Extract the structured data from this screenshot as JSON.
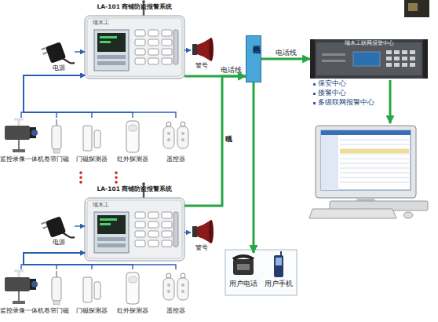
{
  "diagram": {
    "nodes": [
      {
        "text": [
          "LA-101 商铺防盗报警系统",
          "瑞木工"
        ]
      },
      {
        "text": [
          "电源"
        ]
      },
      {
        "text": [
          "警号"
        ]
      },
      {
        "text": [
          "监控录像一体机"
        ]
      },
      {
        "text": [
          "卷帘门磁"
        ]
      },
      {
        "text": [
          "门磁探测器"
        ]
      },
      {
        "text": [
          "红外探测器"
        ]
      },
      {
        "text": [
          "遥控器"
        ]
      },
      {
        "text": [
          "LA-101 商铺防盗报警系统",
          "瑞木工"
        ]
      },
      {
        "text": [
          "电源"
        ]
      },
      {
        "text": [
          "警号"
        ]
      },
      {
        "text": [
          "监控录像一体机"
        ]
      },
      {
        "text": [
          "卷帘门磁"
        ]
      },
      {
        "text": [
          "门磁探测器"
        ]
      },
      {
        "text": [
          "红外探测器"
        ]
      },
      {
        "text": [
          "遥控器"
        ]
      },
      {
        "text": [
          "公共电话网"
        ]
      },
      {
        "text": [
          "瑞木工联网报警中心"
        ]
      },
      {
        "text": [
          "用户电话"
        ]
      },
      {
        "text": [
          "用户手机"
        ]
      }
    ],
    "edges": [
      {
        "from": 1,
        "to": 0,
        "arrow": "to"
      },
      {
        "from": 0,
        "to": 2,
        "arrow": "to"
      },
      {
        "from": 3,
        "to": 0,
        "arrow": "to"
      },
      {
        "from": 4,
        "to": 0,
        "arrow": "to"
      },
      {
        "from": 5,
        "to": 0,
        "arrow": "to"
      },
      {
        "from": 6,
        "to": 0,
        "arrow": "to"
      },
      {
        "from": 7,
        "to": 0,
        "arrow": "to"
      },
      {
        "from": 0,
        "to": 16,
        "arrow": "to",
        "label": "电话线"
      },
      {
        "from": 9,
        "to": 8,
        "arrow": "to"
      },
      {
        "from": 8,
        "to": 10,
        "arrow": "to"
      },
      {
        "from": 11,
        "to": 8,
        "arrow": "to"
      },
      {
        "from": 12,
        "to": 8,
        "arrow": "to"
      },
      {
        "from": 13,
        "to": 8,
        "arrow": "to"
      },
      {
        "from": 14,
        "to": 8,
        "arrow": "to"
      },
      {
        "from": 15,
        "to": 8,
        "arrow": "to"
      },
      {
        "from": 8,
        "to": 16,
        "arrow": "to",
        "label": "电话线"
      },
      {
        "from": 16,
        "to": 17,
        "arrow": "to",
        "label": "电话线"
      },
      {
        "from": 16,
        "to": 18,
        "arrow": "to"
      }
    ],
    "labels": [
      "保安中心",
      "接警中心",
      "多级联网报警中心"
    ]
  }
}
